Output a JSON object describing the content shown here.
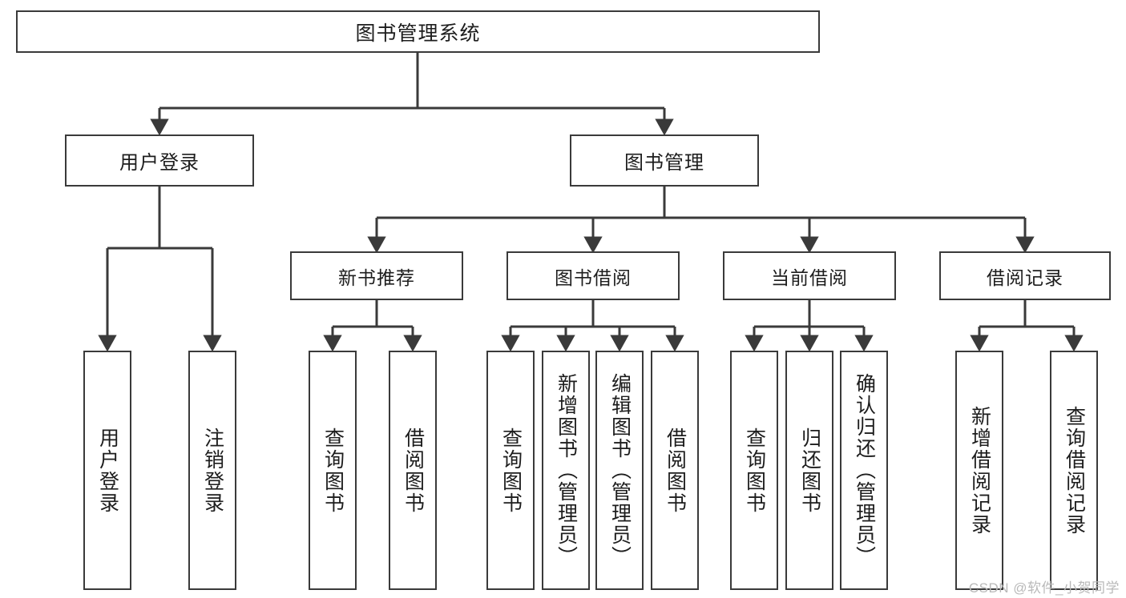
{
  "diagram": {
    "title": "图书管理系统",
    "type": "tree-hierarchy-chart",
    "root": {
      "label": "图书管理系统"
    },
    "tier2": [
      {
        "label": "用户登录"
      },
      {
        "label": "图书管理"
      }
    ],
    "tier3": [
      {
        "label": "新书推荐"
      },
      {
        "label": "图书借阅"
      },
      {
        "label": "当前借阅"
      },
      {
        "label": "借阅记录"
      }
    ],
    "leaves": {
      "user_login": [
        {
          "label": "用户登录"
        },
        {
          "label": "注销登录"
        }
      ],
      "new_book_recommend": [
        {
          "label": "查询图书"
        },
        {
          "label": "借阅图书"
        }
      ],
      "book_borrow": [
        {
          "label": "查询图书"
        },
        {
          "label": "新增图书（管理员）"
        },
        {
          "label": "编辑图书（管理员）"
        },
        {
          "label": "借阅图书"
        }
      ],
      "current_borrow": [
        {
          "label": "查询图书"
        },
        {
          "label": "归还图书"
        },
        {
          "label": "确认归还（管理员）"
        }
      ],
      "borrow_record": [
        {
          "label": "新增借阅记录"
        },
        {
          "label": "查询借阅记录"
        }
      ]
    }
  },
  "watermark": {
    "text": "CSDN @软件_小贺同学"
  },
  "colors": {
    "box_border": "#3a3a3a",
    "text": "#1d1d1d",
    "background": "#ffffff",
    "watermark": "#b9b9b9"
  }
}
